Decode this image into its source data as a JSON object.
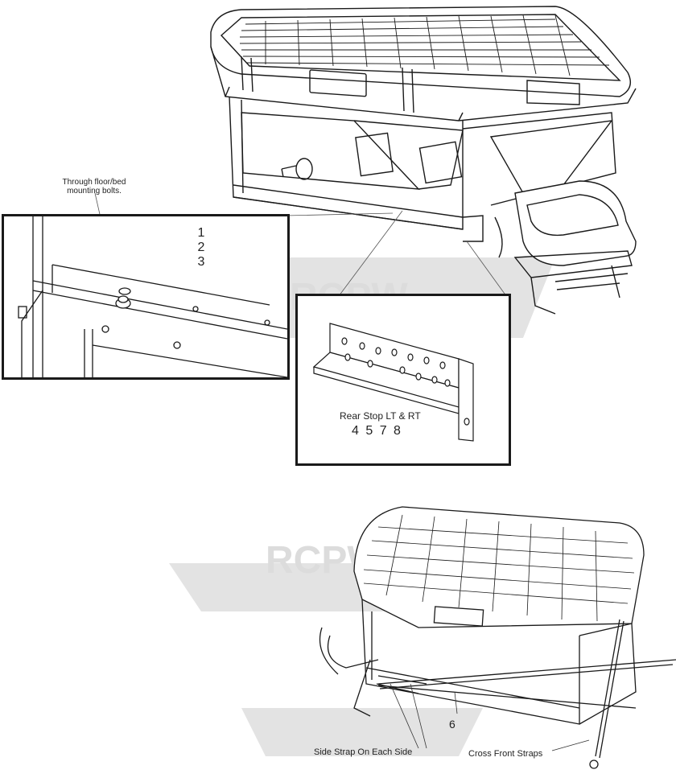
{
  "watermark": "RCPW",
  "callouts": {
    "through_floor": [
      "Through floor/bed",
      "mounting bolts."
    ],
    "inset_numbers": [
      "1",
      "2",
      "3"
    ],
    "rear_stop": "Rear Stop LT & RT",
    "rear_stop_numbers": "4 5 7 8",
    "item_6": "6",
    "side_strap": "Side Strap On Each Side",
    "cross_front": "Cross Front Straps"
  },
  "colors": {
    "line": "#1a1a1a",
    "watermark": "#d9d9d9"
  }
}
